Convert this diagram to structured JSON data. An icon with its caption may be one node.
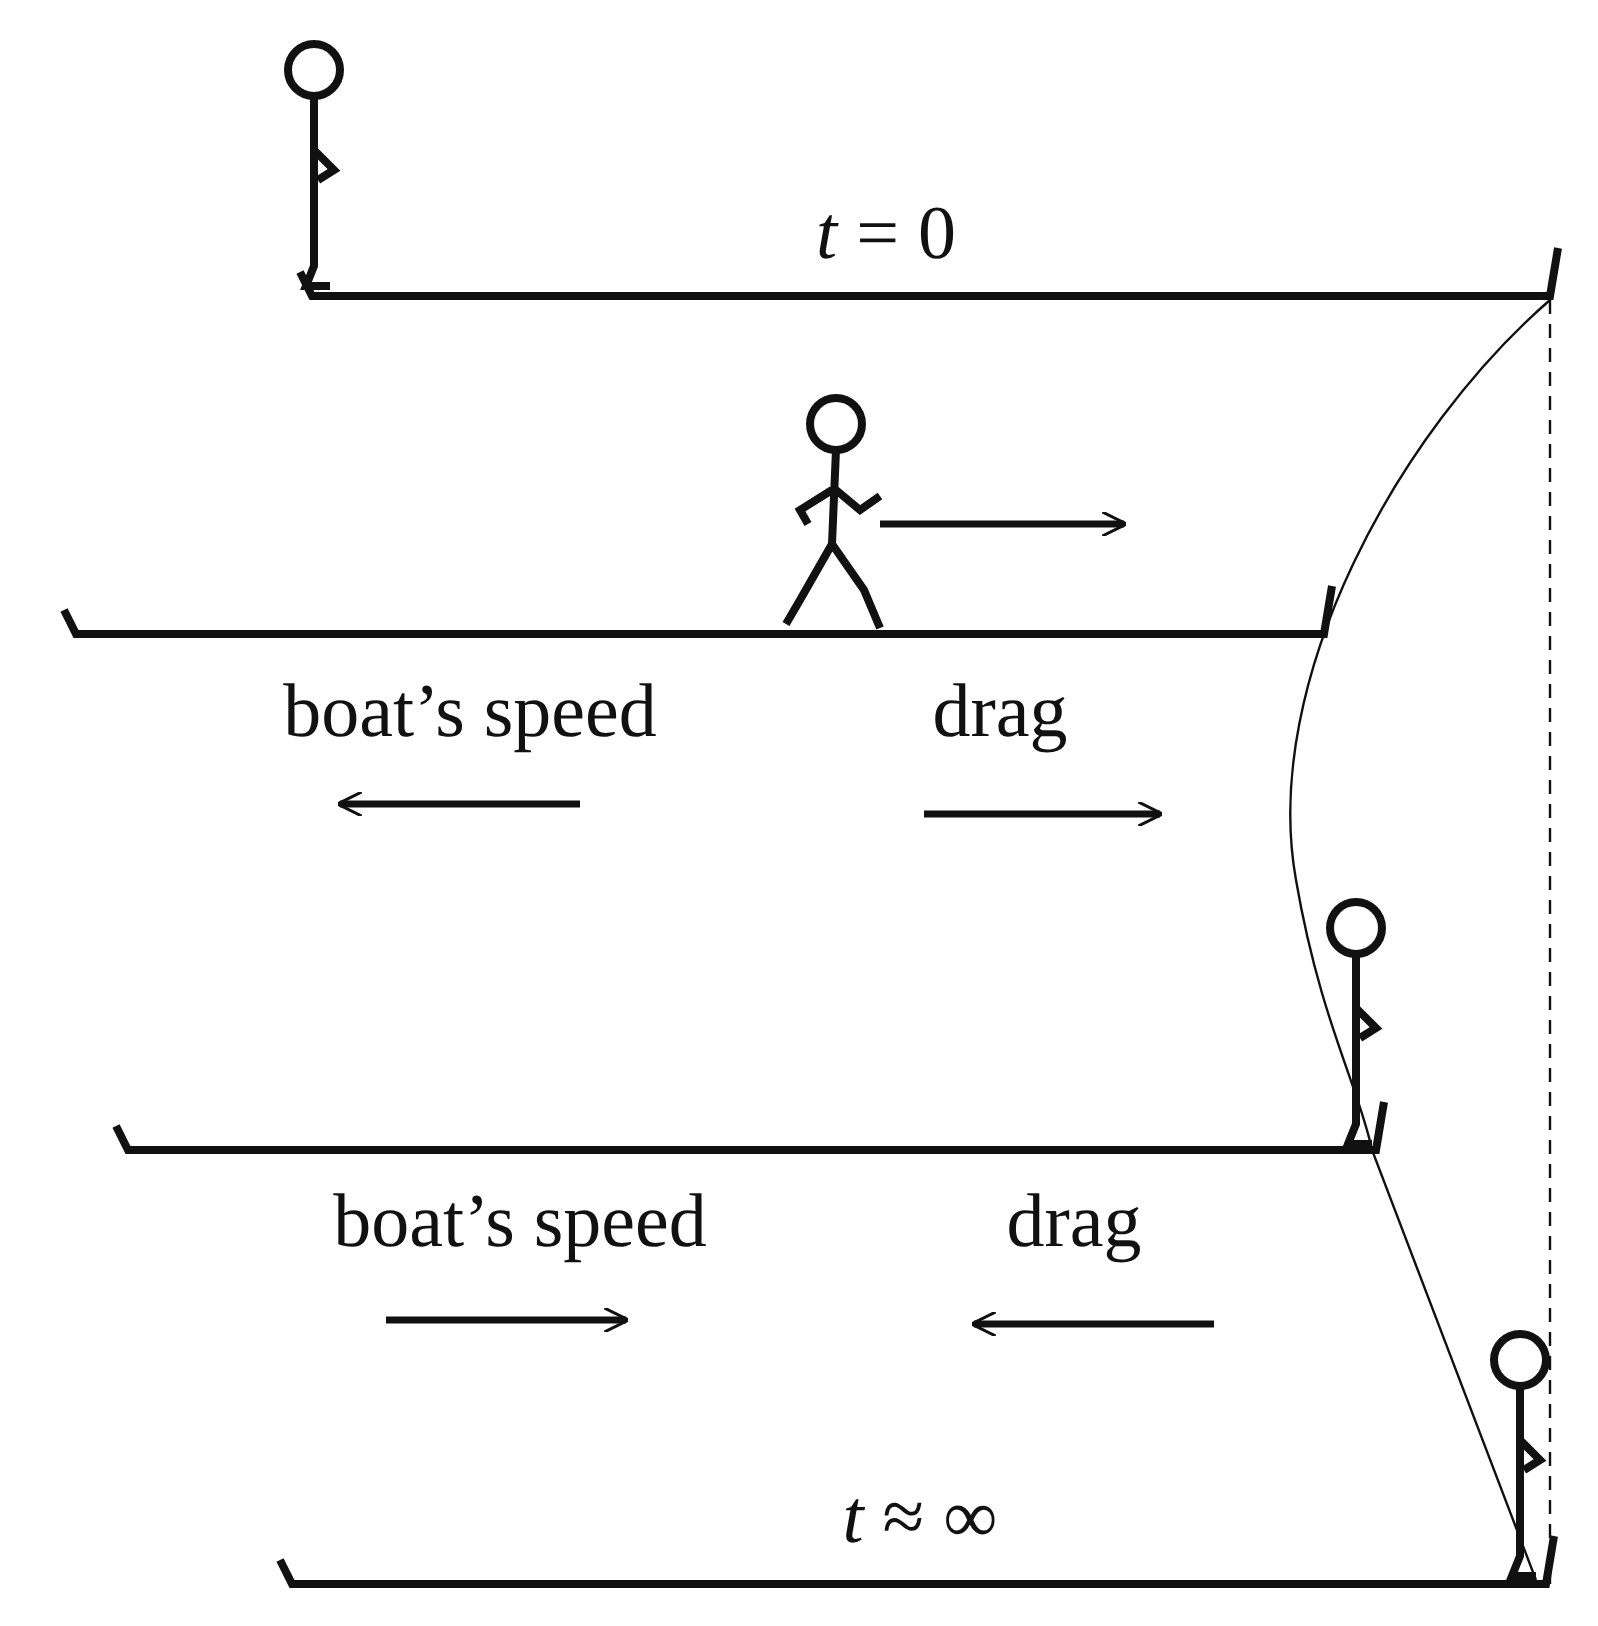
{
  "diagram": {
    "labels": [
      "*t* = 0",
      "boat’s speed",
      "drag",
      "boat’s speed",
      "drag",
      "*t* ≈ ∞"
    ]
  }
}
